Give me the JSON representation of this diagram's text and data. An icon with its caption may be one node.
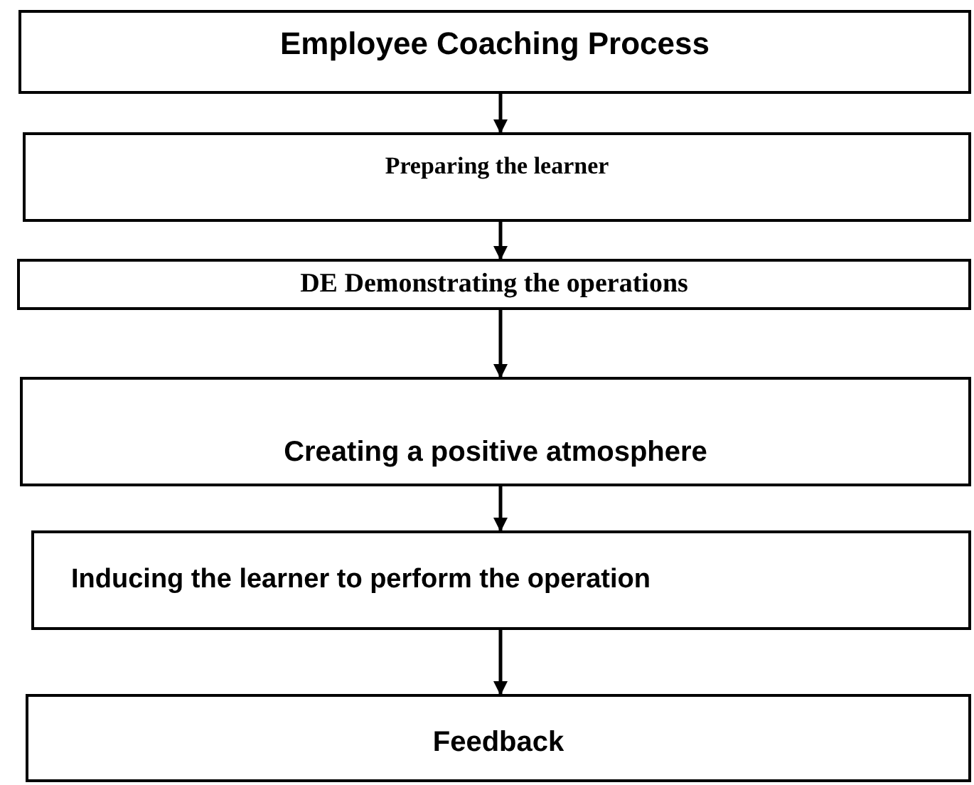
{
  "diagram": {
    "nodes": [
      {
        "text": [
          "Employee Coaching Process"
        ]
      },
      {
        "text": [
          "Preparing the learner"
        ]
      },
      {
        "text": [
          "DE **Demonstrating the operations**"
        ]
      },
      {
        "text": [
          "Creating a positive atmosphere"
        ]
      },
      {
        "text": [
          "Inducing the learner to perform the operation"
        ]
      },
      {
        "text": [
          "Feedback"
        ]
      }
    ],
    "edges": [
      {
        "from": 0,
        "to": 1,
        "arrow": "to"
      },
      {
        "from": 1,
        "to": 2,
        "arrow": "to"
      },
      {
        "from": 2,
        "to": 3,
        "arrow": "to"
      },
      {
        "from": 3,
        "to": 4,
        "arrow": "to"
      },
      {
        "from": 4,
        "to": 5,
        "arrow": "to"
      }
    ]
  }
}
